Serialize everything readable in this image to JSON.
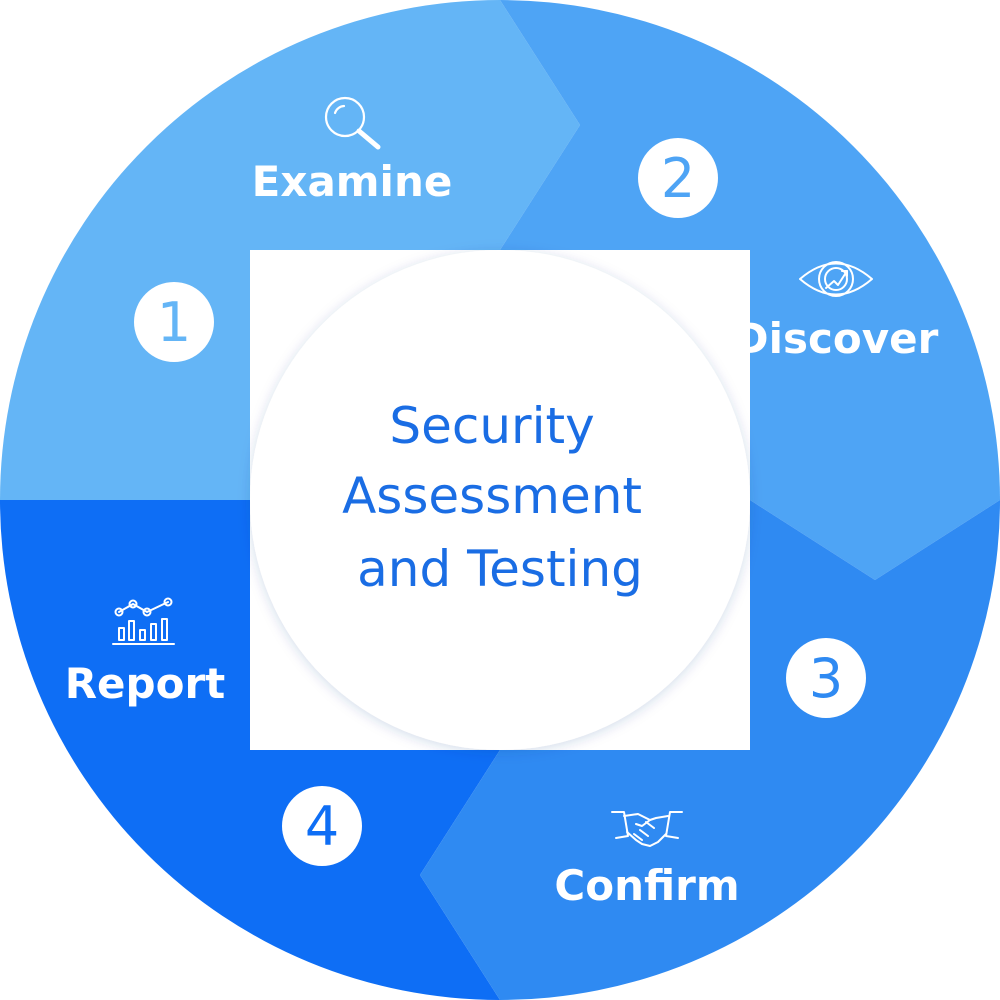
{
  "center": {
    "lines": [
      "Security",
      "Assessment",
      "and Testing"
    ],
    "text_color": "#1a6de4"
  },
  "stages": [
    {
      "number": "1",
      "label": "Examine",
      "icon": "magnifier-icon",
      "color": "#64b5f6"
    },
    {
      "number": "2",
      "label": "Discover",
      "icon": "eye-icon",
      "color": "#4ea4f5"
    },
    {
      "number": "3",
      "label": "Confirm",
      "icon": "handshake-icon",
      "color": "#2f8af2"
    },
    {
      "number": "4",
      "label": "Report",
      "icon": "bar-chart-icon",
      "color": "#0e6ef5"
    }
  ]
}
